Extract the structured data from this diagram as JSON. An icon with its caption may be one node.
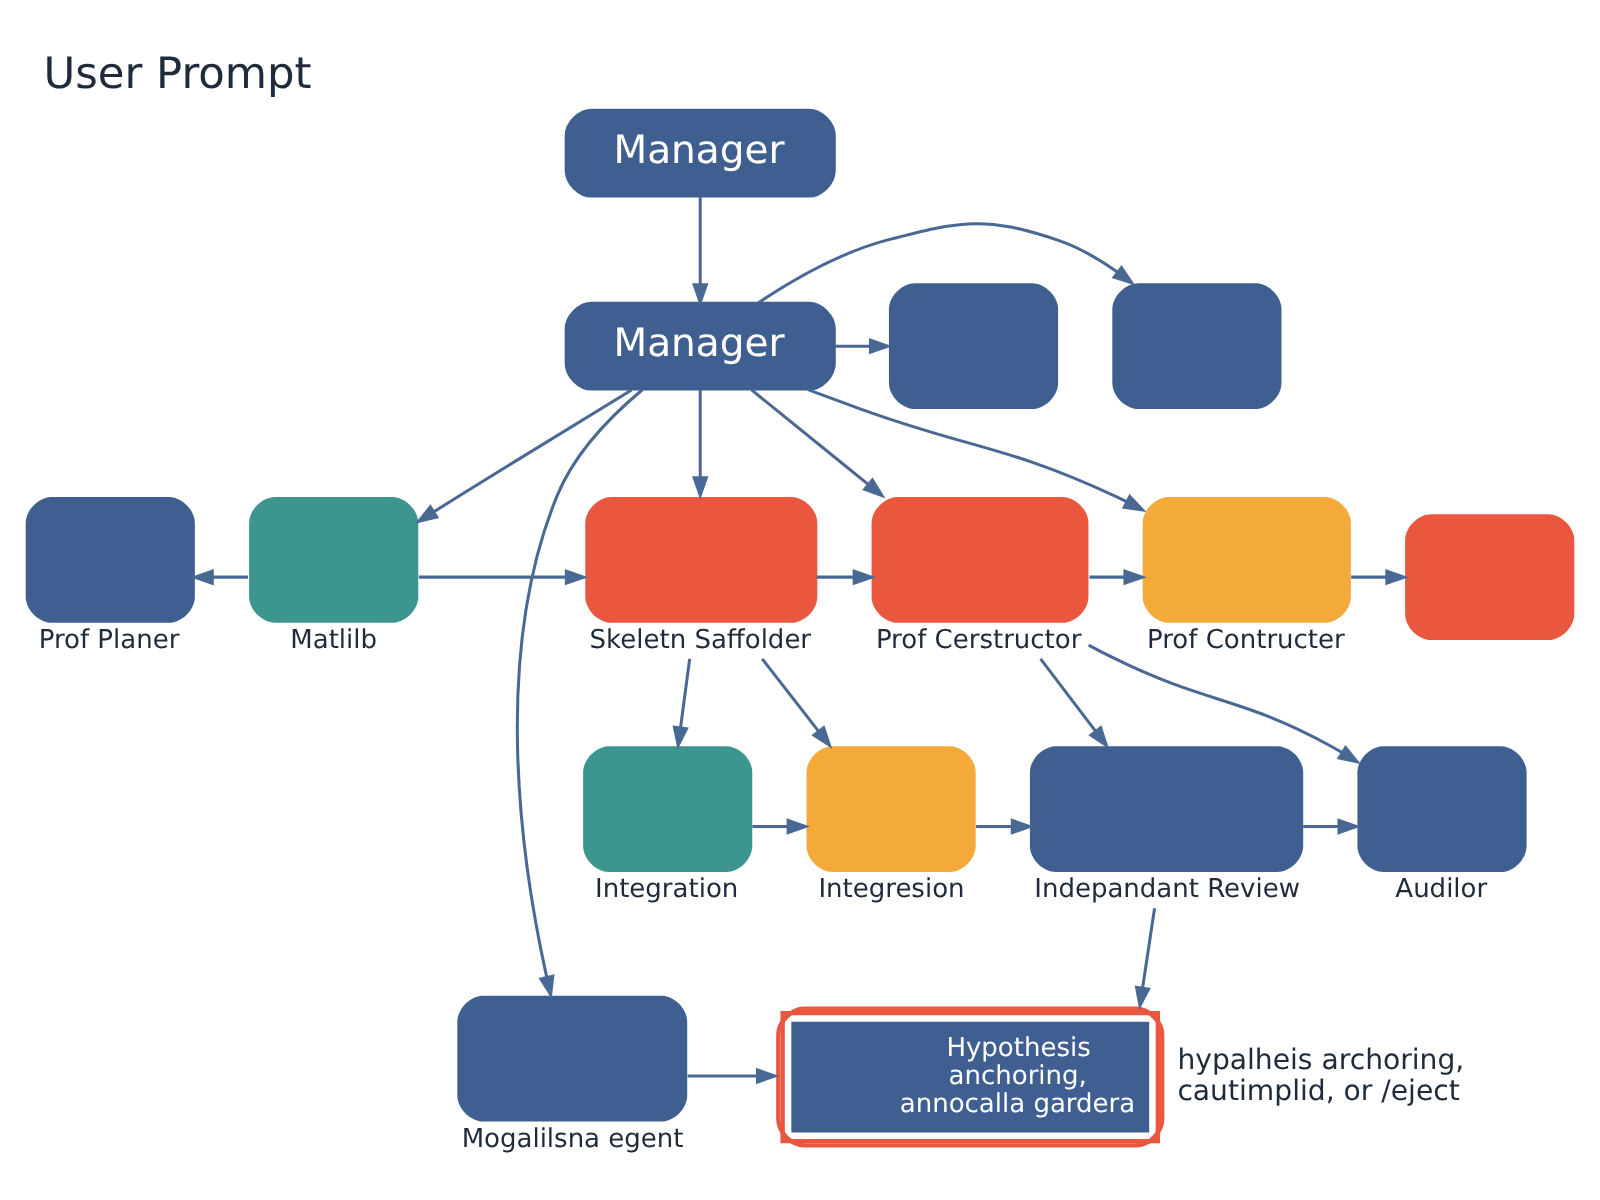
{
  "diagram": {
    "title": "User Prompt",
    "nodes": [
      {
        "text": [
          "Manager"
        ]
      },
      {
        "text": [
          "Manager"
        ]
      },
      {
        "text": [],
        "shape": "box"
      },
      {
        "text": [],
        "shape": "box"
      },
      {
        "text": [
          "Prof Planer"
        ]
      },
      {
        "text": [
          "Matlilb"
        ]
      },
      {
        "text": [
          "Skeletn Saffolder"
        ]
      },
      {
        "text": [
          "Prof Cerstructor"
        ]
      },
      {
        "text": [
          "Prof Contructer"
        ]
      },
      {
        "text": [],
        "shape": "box"
      },
      {
        "text": [
          "Integration"
        ]
      },
      {
        "text": [
          "Integresion"
        ]
      },
      {
        "text": [
          "Indepandant Review"
        ]
      },
      {
        "text": [
          "Audilor"
        ]
      },
      {
        "text": [
          "Mogalilsna egent"
        ]
      },
      {
        "text": [
          "Hypothesis anchoring, annocalla gardera"
        ],
        "beside": [
          "hypalheis archoring, cautimplid, or /eject"
        ]
      }
    ],
    "edges": [
      {
        "from": 0,
        "to": 1,
        "arrow": "to"
      },
      {
        "from": 1,
        "to": 2,
        "arrow": "to"
      },
      {
        "from": 1,
        "to": 3,
        "arrow": "to"
      },
      {
        "from": 1,
        "to": 5,
        "arrow": "to"
      },
      {
        "from": 1,
        "to": 6,
        "arrow": "to"
      },
      {
        "from": 1,
        "to": 7,
        "arrow": "to"
      },
      {
        "from": 1,
        "to": 8,
        "arrow": "to"
      },
      {
        "from": 1,
        "to": 14,
        "arrow": "to"
      },
      {
        "from": 5,
        "to": 4,
        "arrow": "to"
      },
      {
        "from": 5,
        "to": 6,
        "arrow": "to"
      },
      {
        "from": 6,
        "to": 7,
        "arrow": "to"
      },
      {
        "from": 7,
        "to": 8,
        "arrow": "to"
      },
      {
        "from": 8,
        "to": 9,
        "arrow": "to"
      },
      {
        "from": 6,
        "to": 10,
        "arrow": "to"
      },
      {
        "from": 6,
        "to": 11,
        "arrow": "to"
      },
      {
        "from": 7,
        "to": 12,
        "arrow": "to"
      },
      {
        "from": 7,
        "to": 13,
        "arrow": "to"
      },
      {
        "from": 10,
        "to": 11,
        "arrow": "to"
      },
      {
        "from": 11,
        "to": 12,
        "arrow": "to"
      },
      {
        "from": 12,
        "to": 13,
        "arrow": "to"
      },
      {
        "from": 12,
        "to": 15,
        "arrow": "to"
      },
      {
        "from": 14,
        "to": 15,
        "arrow": "to"
      }
    ]
  }
}
